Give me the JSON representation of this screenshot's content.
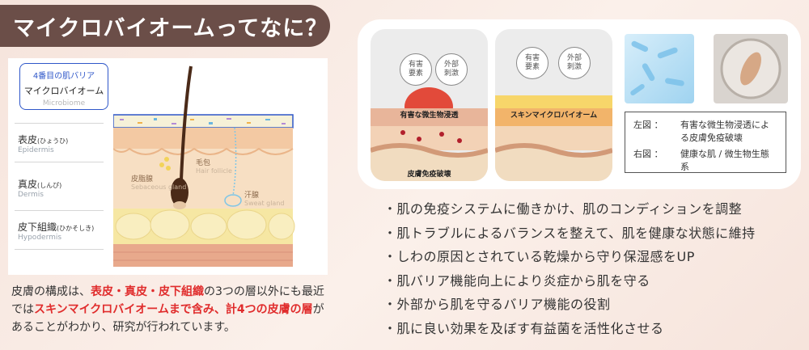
{
  "title": "マイクロバイオームってなに？",
  "skin_diagram": {
    "microbiome_callout": {
      "number": "4番目の肌バリア",
      "name": "マイクロバイオーム",
      "en": "Microbiome"
    },
    "layers": [
      {
        "jp": "表皮",
        "kana": "(ひょうひ)",
        "en": "Epidermis"
      },
      {
        "jp": "真皮",
        "kana": "(しんぴ)",
        "en": "Dermis"
      },
      {
        "jp": "皮下組織",
        "kana": "(ひかそしき)",
        "en": "Hypodermis"
      }
    ],
    "tags": {
      "hair_follicle_jp": "毛包",
      "hair_follicle_en": "Hair follicle",
      "sebaceous_jp": "皮脂腺",
      "sebaceous_en": "Sebaceous gland",
      "sweat_jp": "汗腺",
      "sweat_en": "Sweat gland"
    }
  },
  "description": {
    "p1": "皮膚の構成は、",
    "r1": "表皮・真皮・皮下組織",
    "p2": "の3つの層以外にも最近では",
    "r2": "スキンマイクロバイオームまで含み、計4つの皮膚の層",
    "p3": "があることがわかり、研究が行われています。"
  },
  "comparison": {
    "left": {
      "bubble1": "有害\n要素",
      "bubble2": "外部\n刺激",
      "banner": "有害な微生物浸透",
      "caption": "皮膚免疫破壊"
    },
    "right": {
      "bubble1": "有害\n要素",
      "bubble2": "外部\n刺激",
      "banner": "スキンマイクロバイオーム"
    },
    "legend": [
      {
        "key": "左図 ：",
        "value": "有害な微生物浸透による皮膚免疫破壊"
      },
      {
        "key": "右図 ：",
        "value": "健康な肌 / 微生物生態系"
      }
    ]
  },
  "bullets": [
    "肌の免疫システムに働きかけ、肌のコンディションを調整",
    "肌トラブルによるバランスを整えて、肌を健康な状態に維持",
    "しわの原因とされている乾燥から守り保湿感をUP",
    "肌バリア機能向上により炎症から肌を守る",
    "外部から肌を守るバリア機能の役割",
    "肌に良い効果を及ぼす有益菌を活性化させる"
  ],
  "colors": {
    "banner": "#6b4e48",
    "accent_red": "#e02c2c",
    "callout_blue": "#2f57c9"
  }
}
